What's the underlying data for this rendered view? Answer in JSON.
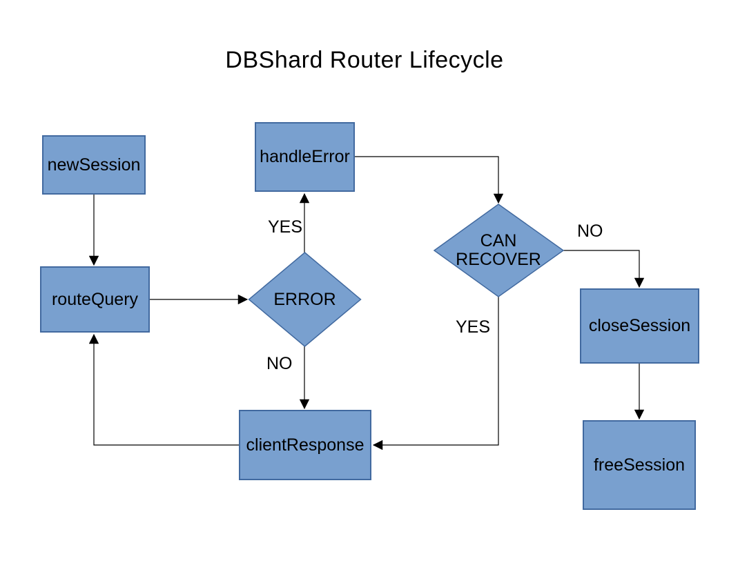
{
  "title": "DBShard Router Lifecycle",
  "colors": {
    "background": "#FFFFFF",
    "node_fill": "#79A0CF",
    "node_border": "#41699F",
    "edge_line": "#000000",
    "text": "#000000"
  },
  "nodes": {
    "newSession": {
      "label": "newSession",
      "type": "process"
    },
    "routeQuery": {
      "label": "routeQuery",
      "type": "process"
    },
    "handleError": {
      "label": "handleError",
      "type": "process"
    },
    "error": {
      "label": "ERROR",
      "type": "decision"
    },
    "canRecover": {
      "label_line1": "CAN",
      "label_line2": "RECOVER",
      "type": "decision"
    },
    "closeSession": {
      "label": "closeSession",
      "type": "process"
    },
    "freeSession": {
      "label": "freeSession",
      "type": "process"
    },
    "clientResponse": {
      "label": "clientResponse",
      "type": "process"
    }
  },
  "edge_labels": {
    "error_yes": "YES",
    "error_no": "NO",
    "recover_no": "NO",
    "recover_yes": "YES"
  },
  "edges": [
    {
      "from": "newSession",
      "to": "routeQuery",
      "label": ""
    },
    {
      "from": "routeQuery",
      "to": "ERROR",
      "label": ""
    },
    {
      "from": "ERROR",
      "to": "handleError",
      "label": "YES"
    },
    {
      "from": "ERROR",
      "to": "clientResponse",
      "label": "NO"
    },
    {
      "from": "handleError",
      "to": "CAN RECOVER",
      "label": ""
    },
    {
      "from": "CAN RECOVER",
      "to": "closeSession",
      "label": "NO"
    },
    {
      "from": "CAN RECOVER",
      "to": "clientResponse",
      "label": "YES"
    },
    {
      "from": "closeSession",
      "to": "freeSession",
      "label": ""
    },
    {
      "from": "clientResponse",
      "to": "routeQuery",
      "label": ""
    }
  ]
}
